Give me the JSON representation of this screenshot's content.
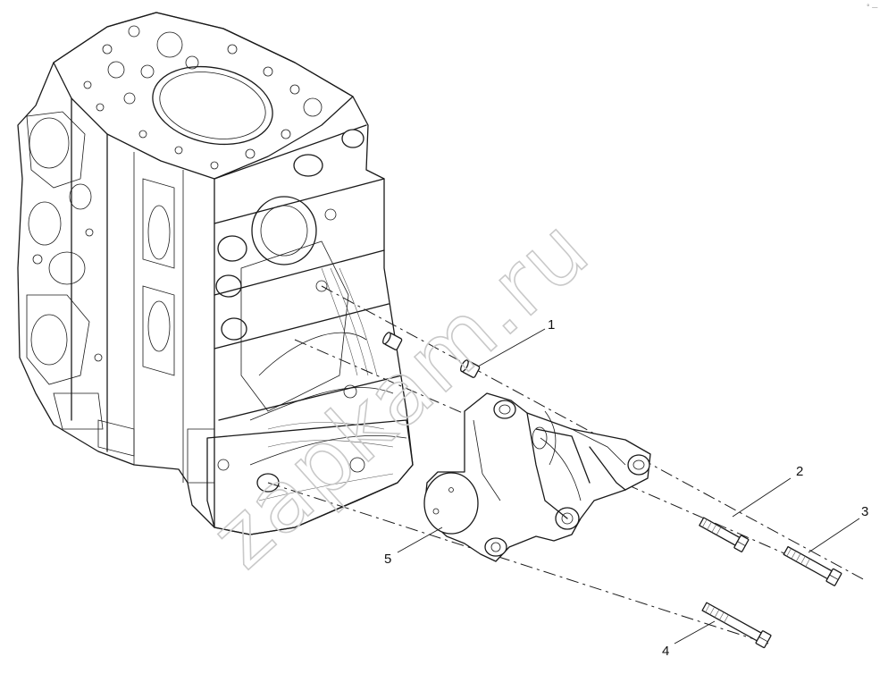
{
  "diagram": {
    "callouts": [
      {
        "id": "1",
        "label": "1",
        "part": "dowel-sleeve"
      },
      {
        "id": "2",
        "label": "2",
        "part": "short-bolt"
      },
      {
        "id": "3",
        "label": "3",
        "part": "medium-bolt"
      },
      {
        "id": "4",
        "label": "4",
        "part": "long-bolt"
      },
      {
        "id": "5",
        "label": "5",
        "part": "mounting-bracket"
      }
    ],
    "watermark": "zapkam.ru",
    "corner_mark": "° —"
  },
  "colors": {
    "line": "#1a1a1a",
    "background": "#ffffff",
    "watermark": "#c9c9c9"
  }
}
